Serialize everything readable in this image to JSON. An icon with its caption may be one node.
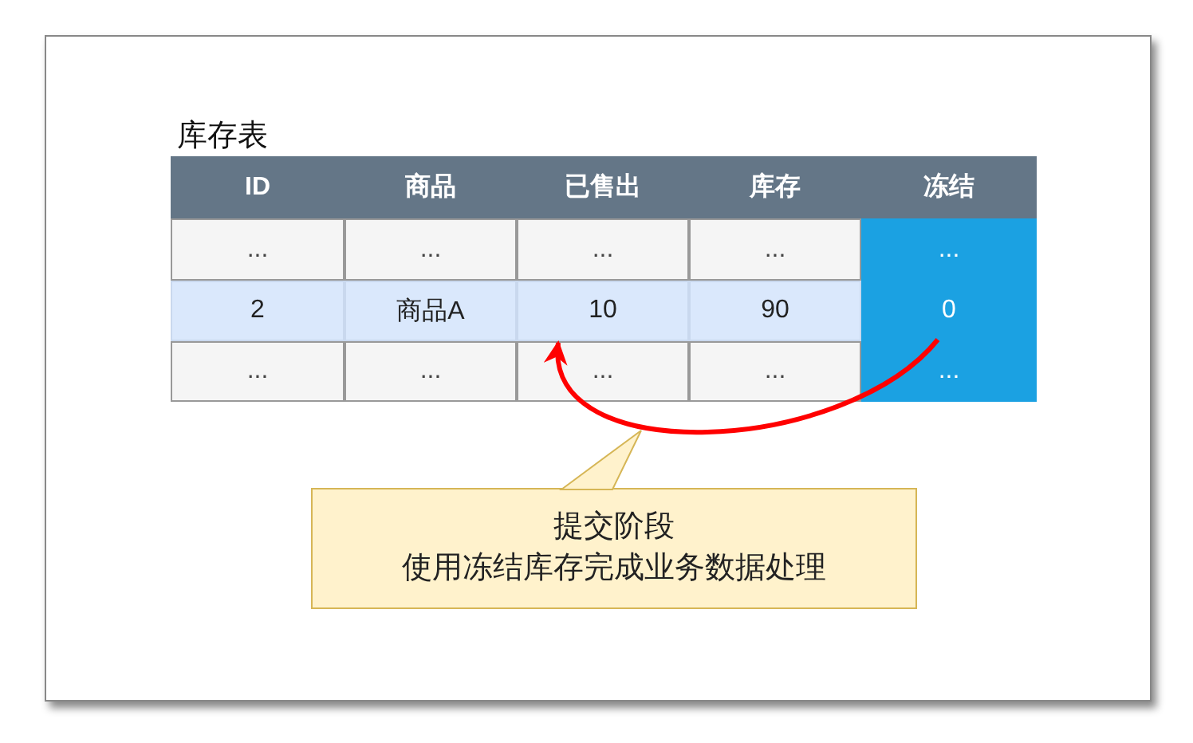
{
  "diagram": {
    "nodes": [
      {
        "text": [
          "库存表"
        ]
      },
      {
        "text": [
          "10"
        ],
        "in": 0
      },
      {
        "text": [
          "0"
        ],
        "in": 0
      },
      {
        "text": [
          "提交阶段",
          "使用冻结库存完成业务数据处理"
        ]
      }
    ],
    "edges": [
      {
        "from": 2,
        "to": 1,
        "arrow": "to",
        "color": "#ff0000"
      }
    ],
    "labels": [
      "ID",
      "商品",
      "已售出",
      "库存",
      "冻结",
      "...",
      "...",
      "...",
      "...",
      "...",
      "2",
      "商品A",
      "90",
      "...",
      "...",
      "...",
      "...",
      "..."
    ]
  }
}
